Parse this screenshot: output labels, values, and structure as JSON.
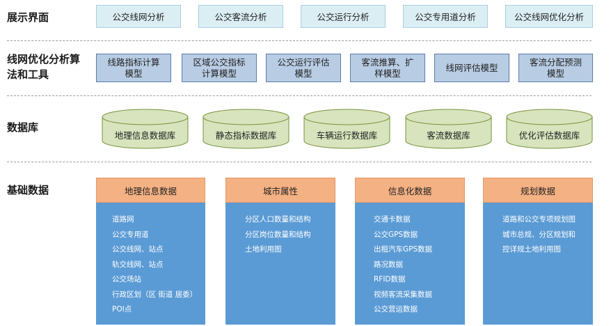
{
  "rows": {
    "display": "展示界面",
    "tools_line1": "线网优化分析算",
    "tools_line2": "法和工具",
    "database": "数据库",
    "base": "基础数据"
  },
  "display_items": [
    "公交线网分析",
    "公交客流分析",
    "公交运行分析",
    "公交专用道分析",
    "公交线网优化分析"
  ],
  "tools": [
    {
      "line1": "线路指标计算",
      "line2": "模型"
    },
    {
      "line1": "区域公交指标",
      "line2": "计算模型"
    },
    {
      "line1": "公交运行评估",
      "line2": "模型"
    },
    {
      "line1": "客流推算、扩",
      "line2": "样模型"
    },
    {
      "line1": "线网评估模型",
      "line2": ""
    },
    {
      "line1": "客流分配预测",
      "line2": "模型"
    }
  ],
  "databases": [
    "地理信息数据库",
    "静态指标数据库",
    "车辆运行数据库",
    "客流数据库",
    "优化评估数据库"
  ],
  "categories": [
    {
      "title": "地理信息数据",
      "items": [
        "道路网",
        "公交专用道",
        "公交线网、站点",
        "轨交线网、站点",
        "公交场站",
        "行政区划（区 街道 居委）",
        "POI点"
      ]
    },
    {
      "title": "城市属性",
      "items": [
        "分区人口数量和结构",
        "分区岗位数量和结构",
        "土地利用图"
      ]
    },
    {
      "title": "信息化数据",
      "items": [
        "交通卡数据",
        "公交GPS数据",
        "出租汽车GPS数据",
        "路况数据",
        "RFID数据",
        "视频客流采集数据",
        "公交营运数据"
      ]
    },
    {
      "title": "规划数据",
      "items": [
        "道路和公交专项规划图",
        "城市总规、分区规划和",
        "控详规土地利用图"
      ]
    }
  ],
  "colors": {
    "display_fill": "#dbeef4",
    "tool_fill": "#b8cce4",
    "db_fill": "#d7e4bd",
    "header_fill": "#f4b183",
    "body_fill": "#5b9bd5"
  }
}
